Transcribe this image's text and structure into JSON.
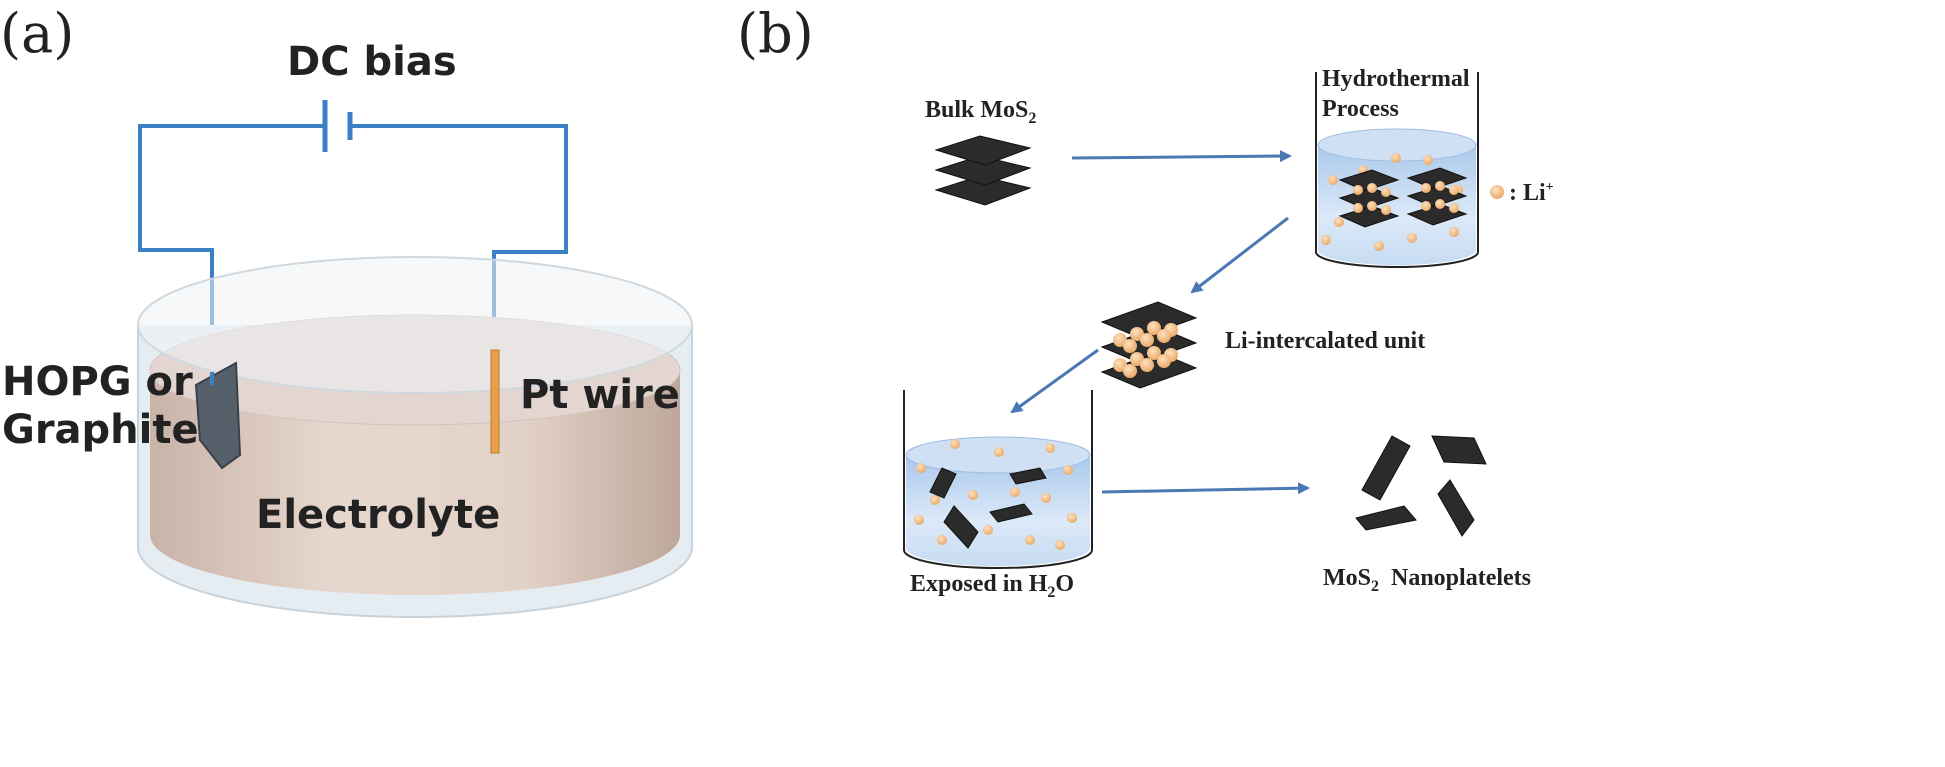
{
  "panel_a": {
    "label": "(a)",
    "dc_bias": "DC bias",
    "left_electrode": [
      "HOPG or",
      "Graphite"
    ],
    "right_electrode": "Pt wire",
    "electrolyte": "Electrolyte"
  },
  "panel_b": {
    "label": "(b)",
    "bulk_prefix": "Bulk MoS",
    "bulk_sub": "2",
    "hydrothermal_line1": "Hydrothermal",
    "hydrothermal_line2": "Process",
    "li_label_prefix": ": Li",
    "li_label_sup": "+",
    "li_intercalated": "Li-intercalated unit",
    "exposed_prefix": "Exposed in H",
    "exposed_sub": "2",
    "exposed_suffix": "O",
    "nano_prefix": "MoS",
    "nano_sub": "2",
    "nano_suffix": "  Nanoplatelets"
  },
  "colors": {
    "wire": "#3b7fc4",
    "arrow": "#4a78b5",
    "li_ion": "#f2b87a",
    "sheet": "#2b2b2b",
    "water": "#bcd6f2",
    "electrolyte": "#d9c7bf"
  }
}
